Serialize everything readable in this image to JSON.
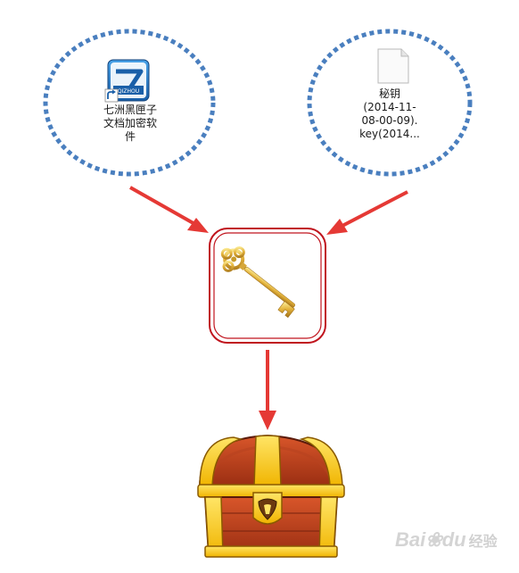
{
  "app_icon": {
    "icon": "qizhou-app-icon",
    "label_lines": [
      "七洲黑匣子",
      "文档加密软",
      "件"
    ],
    "colors": {
      "tile": "#1e6fb8",
      "accent": "#ffffff"
    }
  },
  "key_file": {
    "icon": "blank-file-icon",
    "label_lines": [
      "秘钥",
      "(2014-11-",
      "08-00-09).",
      "key(2014..."
    ]
  },
  "key_box": {
    "icon": "golden-key-icon",
    "border_color": "#c0141d"
  },
  "treasure": {
    "icon": "treasure-chest-icon"
  },
  "arrows": {
    "color": "#e53935"
  },
  "dotted_circles": {
    "color": "#4a7fbf"
  },
  "watermark": {
    "text": "Bai",
    "paw": "du",
    "suffix": "经验"
  }
}
